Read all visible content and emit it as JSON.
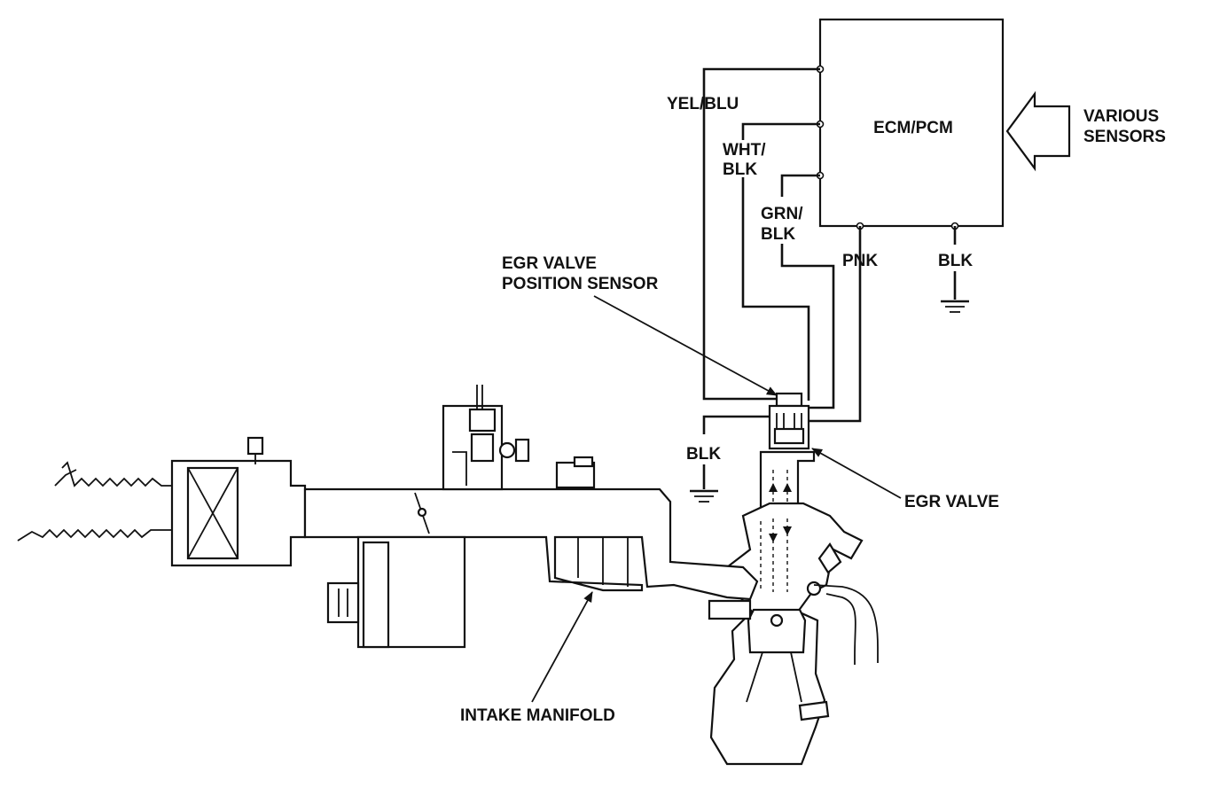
{
  "ecm": {
    "label": "ECM/PCM"
  },
  "inputs": {
    "various_sensors": [
      "VARIOUS",
      "SENSORS"
    ]
  },
  "wires": {
    "yel_blu": "YEL/BLU",
    "wht_blk": [
      "WHT/",
      "BLK"
    ],
    "grn_blk": [
      "GRN/",
      "BLK"
    ],
    "pnk": "PNK",
    "blk_ecm": "BLK",
    "blk_valve": "BLK"
  },
  "callouts": {
    "egr_sensor": [
      "EGR VALVE",
      "POSITION SENSOR"
    ],
    "egr_valve": "EGR VALVE",
    "intake_manifold": "INTAKE MANIFOLD"
  }
}
